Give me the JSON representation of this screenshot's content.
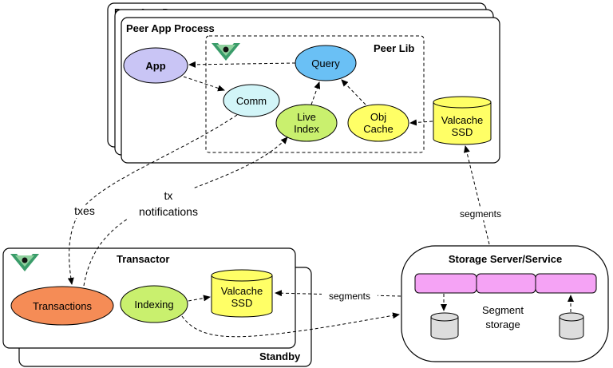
{
  "peer": {
    "stacked_title_partial": "Peer App P",
    "title": "Peer App Process",
    "lib_title": "Peer Lib",
    "nodes": {
      "app": "App",
      "query": "Query",
      "comm": "Comm",
      "live_index_1": "Live",
      "live_index_2": "Index",
      "obj_cache_1": "Obj",
      "obj_cache_2": "Cache",
      "valcache_1": "Valcache",
      "valcache_2": "SSD"
    }
  },
  "transactor": {
    "title": "Transactor",
    "standby": "Standby",
    "nodes": {
      "transactions": "Transactions",
      "indexing": "Indexing",
      "valcache_1": "Valcache",
      "valcache_2": "SSD"
    }
  },
  "storage": {
    "title": "Storage Server/Service",
    "segment_1": "Segment",
    "segment_2": "storage"
  },
  "edges": {
    "txes": "txes",
    "tx_notifications_1": "tx",
    "tx_notifications_2": "notifications",
    "segments_upper": "segments",
    "segments_lower": "segments"
  },
  "colors": {
    "app": "#c9c5f5",
    "query": "#6ac0f5",
    "comm": "#d2f5f8",
    "green": "#c9f06e",
    "yellow": "#ffff66",
    "transactions": "#f58c56",
    "segment_bar": "#f5a3f5",
    "disk": "#dddddd",
    "logo_green": "#3a9c6a"
  },
  "icons": [
    "datomic-logo-icon",
    "datomic-logo-icon"
  ]
}
